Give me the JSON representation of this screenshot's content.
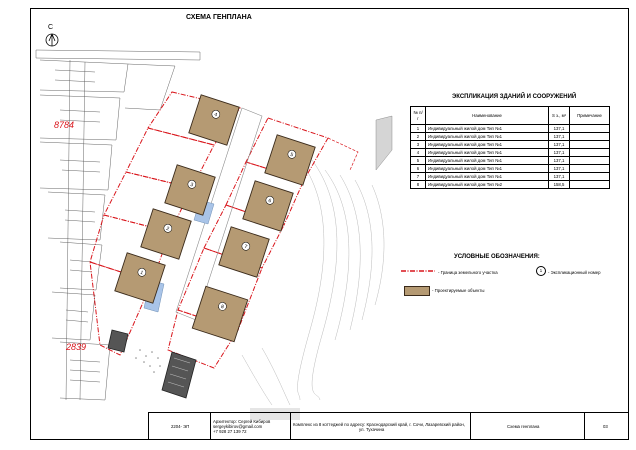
{
  "title": "СХЕМА ГЕНПЛАНА",
  "north_label": "С",
  "map_labels": {
    "lot_numbers": [
      "8784",
      "2839"
    ],
    "lot_number_main": "8784"
  },
  "buildings": [
    "1",
    "2",
    "3",
    "4",
    "5",
    "6",
    "7",
    "8"
  ],
  "explication": {
    "title": "ЭКСПЛИКАЦИЯ ЗДАНИЙ И СООРУЖЕНИЙ",
    "headers": {
      "num": "№ п/г",
      "name": "Наименование",
      "area": "S з., м²",
      "note": "Примечание"
    },
    "rows": [
      {
        "num": "1",
        "name": "Индивидуальный жилой дом Тип №1",
        "area": "137,1",
        "note": ""
      },
      {
        "num": "2",
        "name": "Индивидуальный жилой дом Тип №1",
        "area": "137,1",
        "note": ""
      },
      {
        "num": "3",
        "name": "Индивидуальный жилой дом Тип №1",
        "area": "137,1",
        "note": ""
      },
      {
        "num": "4",
        "name": "Индивидуальный жилой дом Тип №1",
        "area": "137,1",
        "note": ""
      },
      {
        "num": "5",
        "name": "Индивидуальный жилой дом Тип №1",
        "area": "137,1",
        "note": ""
      },
      {
        "num": "6",
        "name": "Индивидуальный жилой дом Тип №1",
        "area": "137,1",
        "note": ""
      },
      {
        "num": "7",
        "name": "Индивидуальный жилой дом Тип №1",
        "area": "137,1",
        "note": ""
      },
      {
        "num": "8",
        "name": "Индивидуальный жилой дом Тип №2",
        "area": "158,5",
        "note": ""
      }
    ]
  },
  "legend": {
    "title": "УСЛОВНЫЕ ОБОЗНАЧЕНИЯ:",
    "boundary": "- Граница земельного участка",
    "designed": "- Проектируемые объекты",
    "number_symbol": "1",
    "number": "- Экспликационный номер"
  },
  "title_block": {
    "code": "2204- ЭП",
    "architect_line1": "Архитектор: Сергей Кибиров",
    "architect_line2": "sergeykibirov@gmail.com",
    "architect_line3": "+7 928 27 139 72",
    "project_line1": "Комплекс из 8 коттеджей по адресу: Краснодарский край, г. Сочи, Лазаревский район,",
    "project_line2": "ул. Тухачина",
    "sheet_name": "Схема генплана",
    "sheet_no": "03"
  },
  "colors": {
    "boundary": "#d9151b",
    "building": "#b59a73",
    "building_border": "#3a2a1a",
    "roads": "#8d8d8d",
    "grey_fill": "#d5d5d5"
  }
}
